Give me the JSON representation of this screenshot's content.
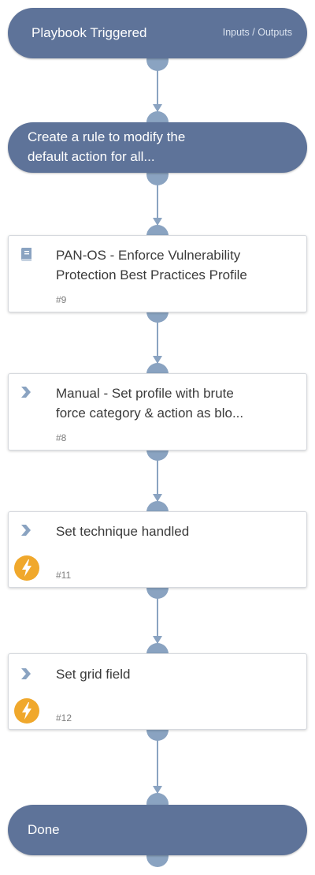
{
  "start": {
    "title": "Playbook Triggered",
    "link": "Inputs / Outputs"
  },
  "section": {
    "title_line1": "Create a rule to modify the",
    "title_line2": "default action for all..."
  },
  "tasks": [
    {
      "type": "sub-playbook",
      "icon": "book-icon",
      "title_line1": "PAN-OS - Enforce Vulnerability",
      "title_line2": "Protection Best Practices Profile",
      "id": "#9",
      "automation": false
    },
    {
      "type": "manual",
      "icon": "chevron-right-icon",
      "title_line1": "Manual - Set profile with brute",
      "title_line2": "force category & action as blo...",
      "id": "#8",
      "automation": false
    },
    {
      "type": "standard",
      "icon": "chevron-right-icon",
      "title_line1": "Set technique handled",
      "title_line2": "",
      "id": "#11",
      "automation": true
    },
    {
      "type": "standard",
      "icon": "chevron-right-icon",
      "title_line1": "Set grid field",
      "title_line2": "",
      "id": "#12",
      "automation": true
    }
  ],
  "end": {
    "title": "Done"
  },
  "colors": {
    "pill": "#5e7399",
    "connector": "#8aa3c1",
    "automation": "#f0a82c"
  }
}
